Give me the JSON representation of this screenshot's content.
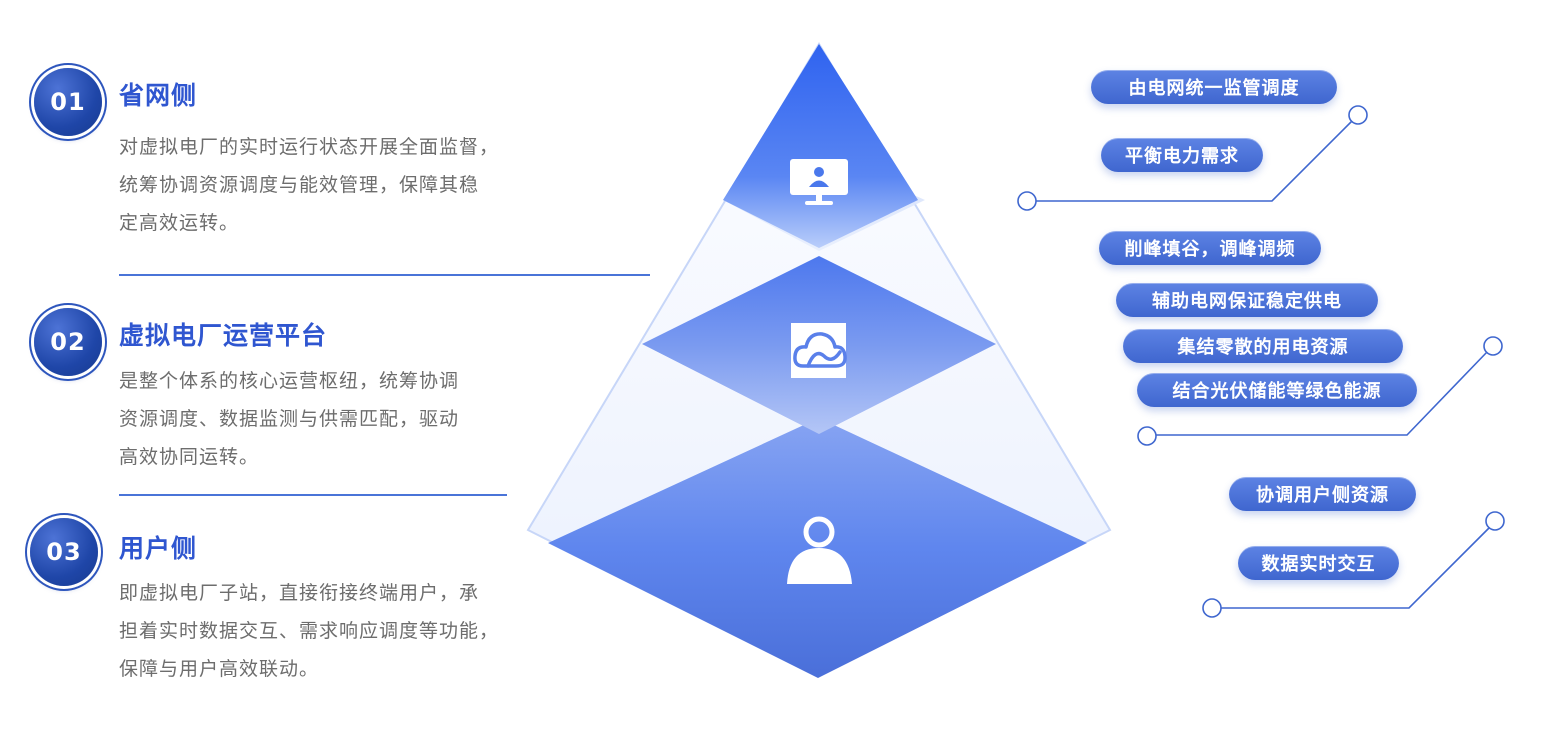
{
  "sections": [
    {
      "number": "01",
      "title": "省网侧",
      "desc_lines": [
        "对虚拟电厂的实时运行状态开展全面监督，",
        "统筹协调资源调度与能效管理，保障其稳",
        "定高效运转。"
      ]
    },
    {
      "number": "02",
      "title": "虚拟电厂运营平台",
      "desc_lines": [
        "是整个体系的核心运营枢纽，统筹协调",
        "资源调度、数据监测与供需匹配，驱动",
        "高效协同运转。"
      ]
    },
    {
      "number": "03",
      "title": "用户侧",
      "desc_lines": [
        "即虚拟电厂子站，直接衔接终端用户，承",
        "担着实时数据交互、需求响应调度等功能，",
        "保障与用户高效联动。"
      ]
    }
  ],
  "pyramid": {
    "icons": [
      "monitor-user-icon",
      "cloud-icon",
      "user-icon"
    ],
    "colors": {
      "top": "#3d6ef2",
      "middle": "#6a8ff0",
      "bottom": "#5c84ec"
    }
  },
  "tag_groups": [
    {
      "tags": [
        "由电网统一监管调度",
        "平衡电力需求"
      ]
    },
    {
      "tags": [
        "削峰填谷，调峰调频",
        "辅助电网保证稳定供电",
        "集结零散的用电资源",
        "结合光伏储能等绿色能源"
      ]
    },
    {
      "tags": [
        "协调用户侧资源",
        "数据实时交互"
      ]
    }
  ],
  "colors": {
    "accent": "#2f56d0",
    "badge": "#1f46a8",
    "tag": "#4f75da",
    "text": "#6d6d6d"
  }
}
